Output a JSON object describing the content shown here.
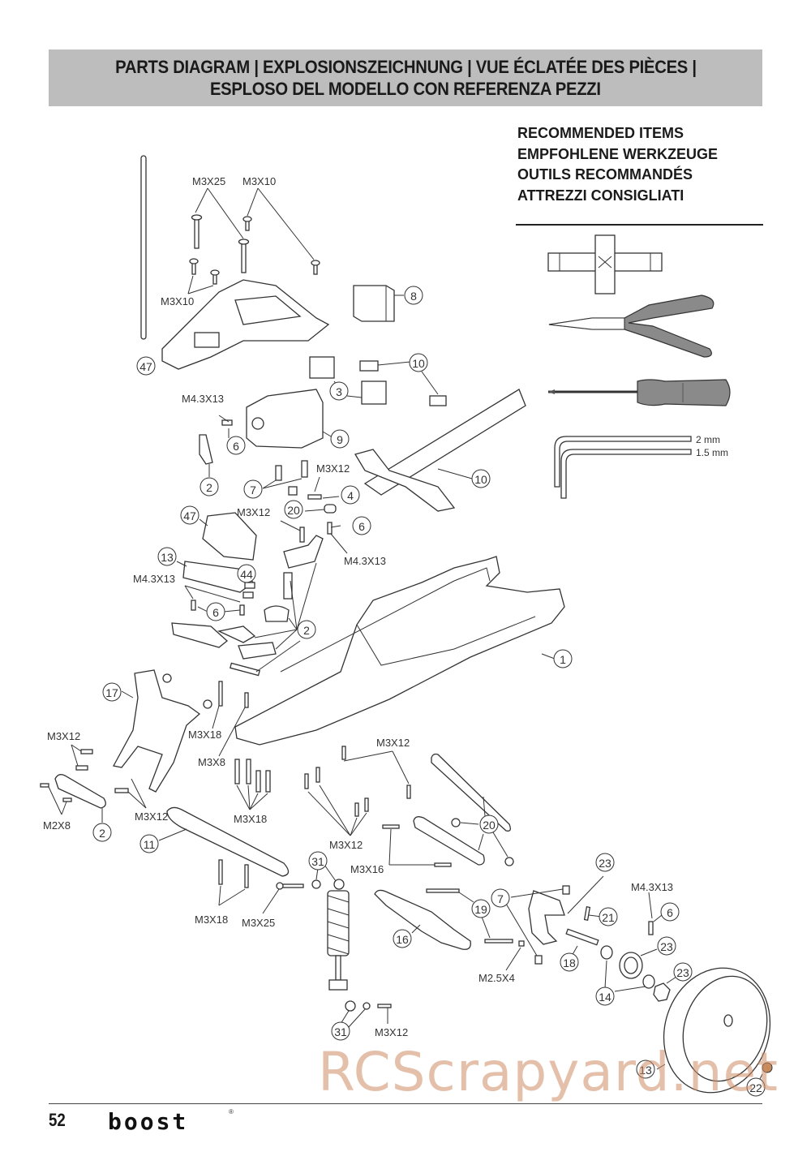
{
  "header": {
    "line1": "PARTS DIAGRAM | EXPLOSIONSZEICHNUNG | VUE ÉCLATÉE DES PIÈCES |",
    "line2": "ESPLOSO DEL MODELLO CON REFERENZA PEZZI"
  },
  "recommended": {
    "titles": [
      "RECOMMENDED ITEMS",
      "EMPFOHLENE WERKZEUGE",
      "OUTILS RECOMMANDÉS",
      "ATTREZZI CONSIGLIATI"
    ],
    "tools": [
      {
        "name": "cross-wrench-icon"
      },
      {
        "name": "needle-nose-pliers-icon"
      },
      {
        "name": "phillips-screwdriver-icon"
      },
      {
        "name": "hex-keys-icon",
        "sizes": [
          "2 mm",
          "1.5 mm"
        ]
      }
    ]
  },
  "screw_labels": {
    "top_m3x25": "M3X25",
    "top_m3x10": "M3X10",
    "left_m3x10": "M3X10",
    "servo_m43x13": "M4.3X13",
    "servo_m3x12": "M3X12",
    "mid_m3x12": "M3X12",
    "mid_m43x13": "M4.3X13",
    "left_m43x13": "M4.3X13",
    "tower_m3x18": "M3X18",
    "tower_m3x8": "M3X8",
    "left_m3x12": "M3X12",
    "left_m2x8": "M2X8",
    "lower_m3x12": "M3X12",
    "group_m3x18": "M3X18",
    "center_m3x12_top": "M3X12",
    "center_m3x12_group": "M3X12",
    "center_m3x16": "M3X16",
    "bumper_m3x18": "M3X18",
    "bumper_m3x25": "M3X25",
    "shock_m3x12": "M3X12",
    "hub_m25x4": "M2.5X4",
    "hub_m43x13": "M4.3X13"
  },
  "callouts": [
    "47",
    "8",
    "10",
    "3",
    "9",
    "6",
    "2",
    "7",
    "4",
    "20",
    "10",
    "6",
    "47",
    "13",
    "44",
    "6",
    "2",
    "1",
    "17",
    "2",
    "11",
    "20",
    "31",
    "31",
    "16",
    "19",
    "7",
    "23",
    "21",
    "6",
    "18",
    "23",
    "14",
    "23",
    "13",
    "22"
  ],
  "footer": {
    "page_number": "52",
    "brand": "boost",
    "brand_mark": "®"
  },
  "watermark": "RCScrapyard.net"
}
